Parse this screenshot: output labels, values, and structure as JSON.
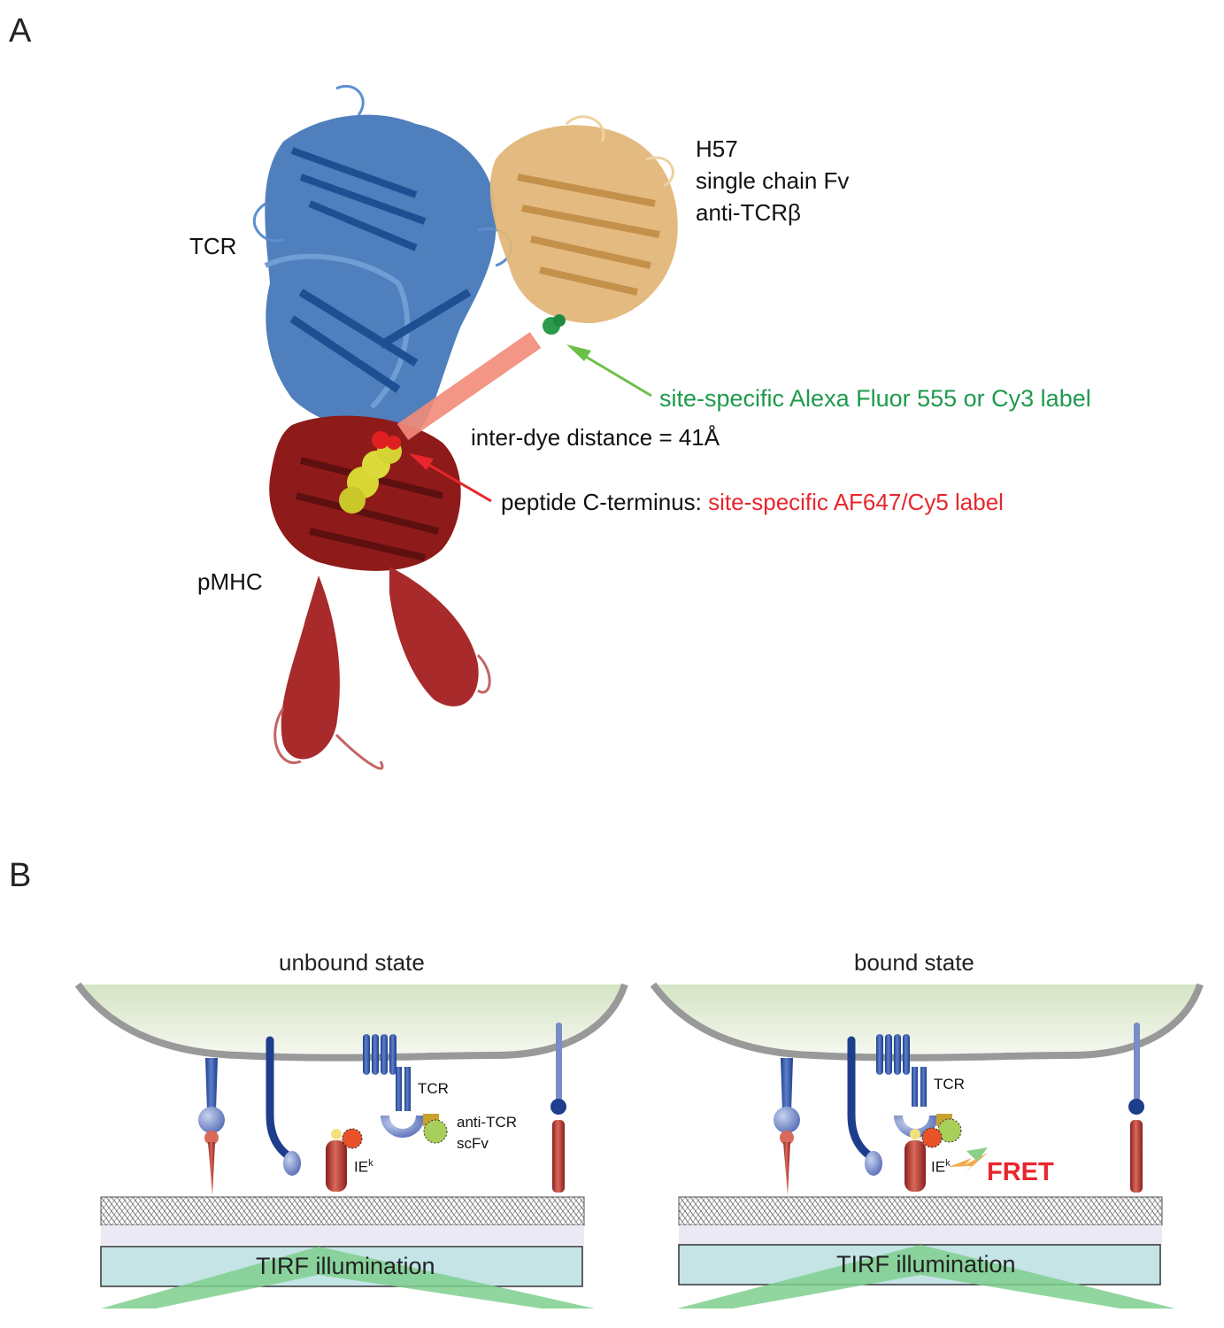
{
  "panel_a": {
    "letter": "A",
    "tcr_label": "TCR",
    "pmhc_label": "pMHC",
    "h57_line1": "H57",
    "h57_line2": "single chain Fv",
    "h57_line3": "anti-TCRβ",
    "green_label": "site-specific Alexa Fluor 555 or Cy3 label",
    "distance_label": "inter-dye distance = 41Å",
    "peptide_prefix": "peptide C-terminus: ",
    "peptide_red": "site-specific AF647/Cy5 label"
  },
  "panel_b": {
    "letter": "B",
    "unbound": {
      "title": "unbound state",
      "tcr": "TCR",
      "anti_tcr": "anti-TCR",
      "scfv": "scFv",
      "iek": "IE",
      "iek_sup": "k",
      "tirf": "TIRF illumination"
    },
    "bound": {
      "title": "bound state",
      "tcr": "TCR",
      "iek": "IE",
      "iek_sup": "k",
      "fret": "FRET",
      "tirf": "TIRF illumination"
    }
  },
  "colors": {
    "tcr_blue": "#2b62a6",
    "scfv_tan": "#d9aa66",
    "mhc_red": "#8e1a1a",
    "green_dye": "#1e9a4c",
    "red_dye": "#e8262d",
    "cell_fill": "#e6eed9",
    "tirf_fill": "#c4e4e6",
    "tirf_beam": "#7fcf8e"
  }
}
